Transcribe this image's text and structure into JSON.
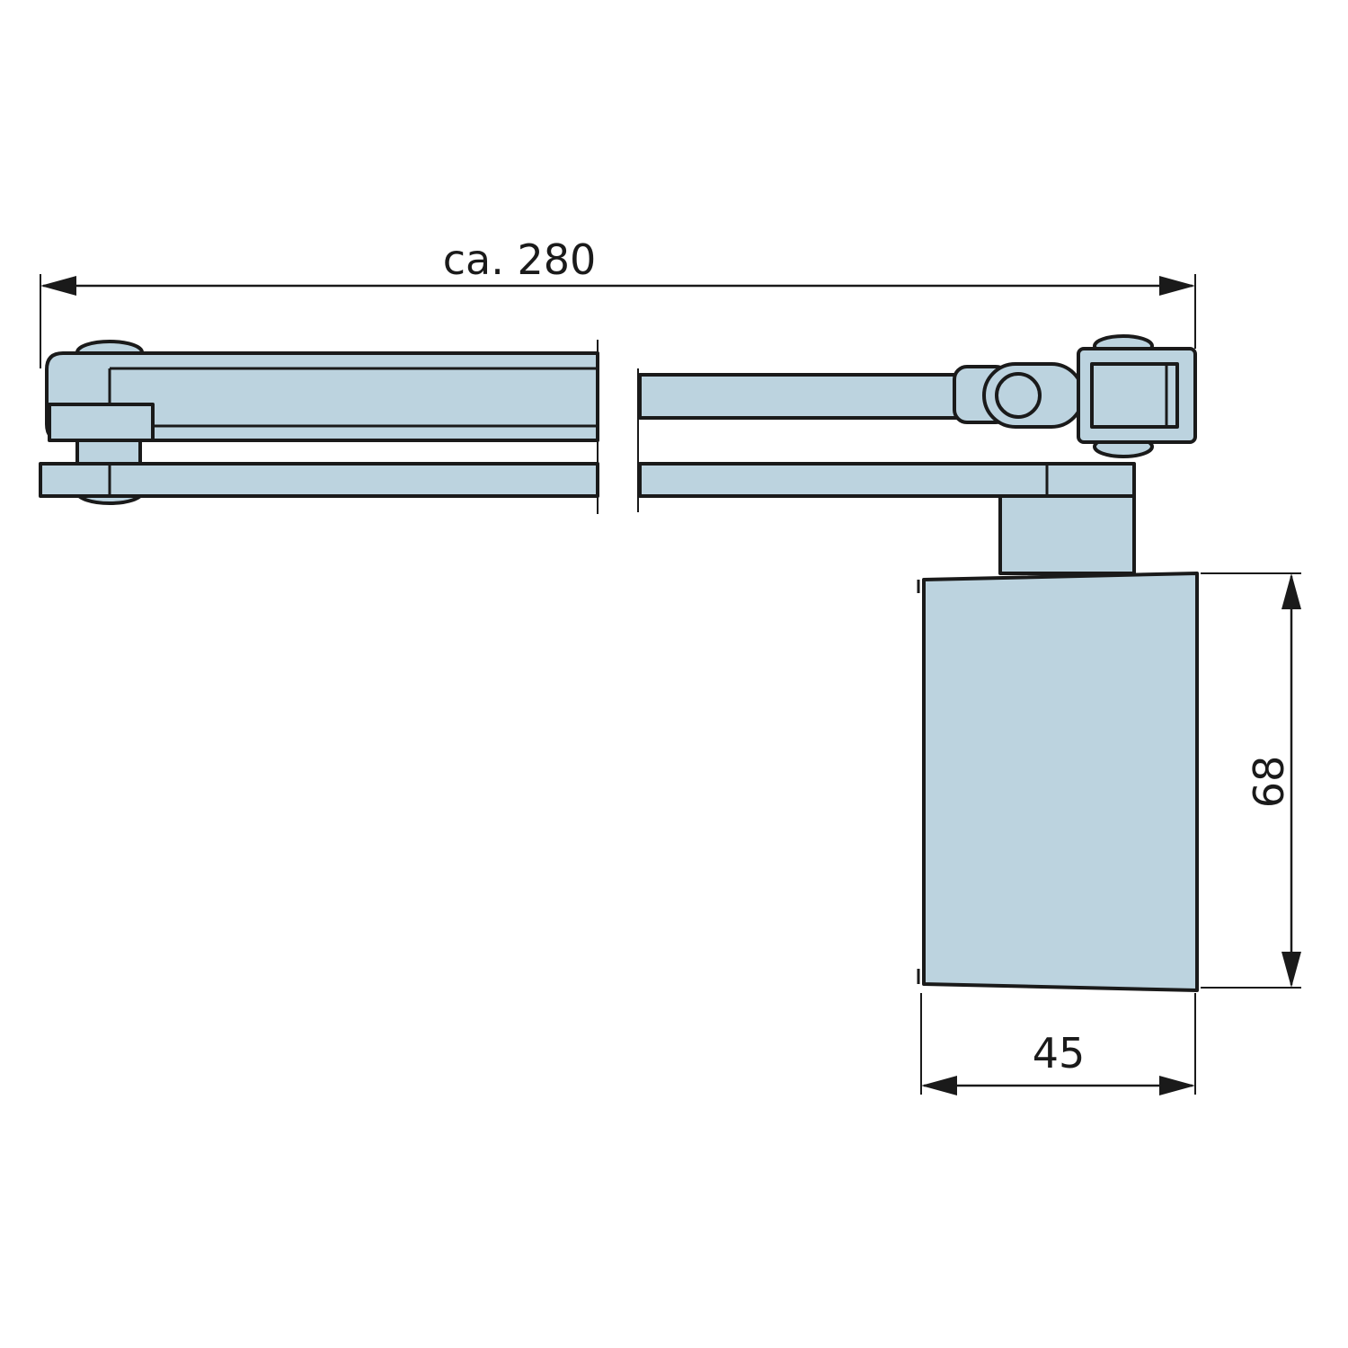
{
  "dimensions": {
    "overall_length": "ca. 280",
    "body_height": "68",
    "body_width": "45"
  },
  "colors": {
    "part_fill": "#bcd3df",
    "outline": "#1a1a1a",
    "background": "#ffffff"
  }
}
